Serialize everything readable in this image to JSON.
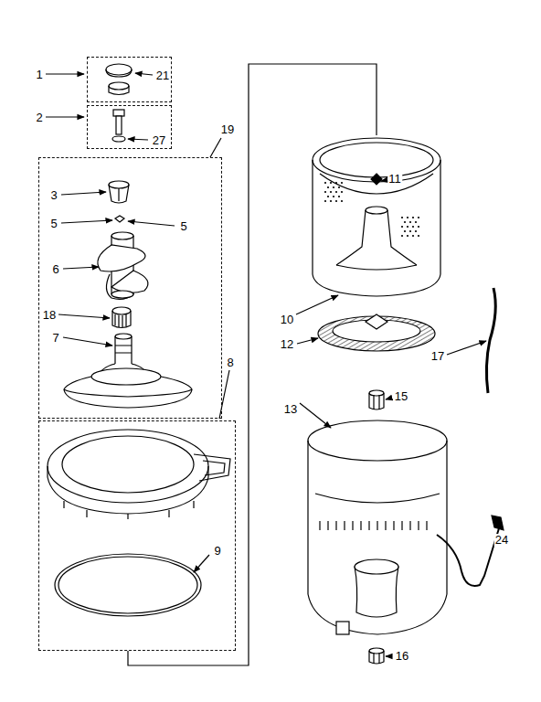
{
  "diagram": {
    "nodes": [
      {
        "text": [
          "1",
          "21"
        ]
      },
      {
        "text": [
          "2",
          "27"
        ]
      },
      {
        "text": [
          "19",
          "3",
          "5",
          "5",
          "6",
          "18",
          "7"
        ]
      },
      {
        "text": [
          "8",
          "9"
        ]
      }
    ],
    "labels": [
      "11",
      "10",
      "12",
      "17",
      "15",
      "13",
      "24",
      "16"
    ]
  }
}
